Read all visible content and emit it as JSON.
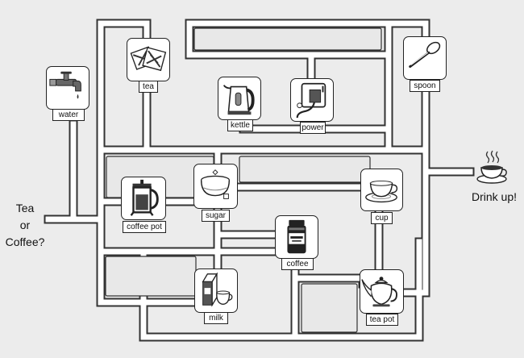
{
  "start_text": {
    "line1": "Tea",
    "line2": "or",
    "line3": "Coffee?"
  },
  "finish_text": "Drink up!",
  "colors": {
    "background": "#ececec",
    "path": "#ffffff",
    "wall": "#333333",
    "tile": "#ffffff"
  },
  "items": {
    "water": {
      "label": "water",
      "icon": "tap-icon"
    },
    "tea": {
      "label": "tea",
      "icon": "tea-bags-icon"
    },
    "kettle": {
      "label": "kettle",
      "icon": "kettle-icon"
    },
    "power": {
      "label": "power",
      "icon": "power-socket-icon"
    },
    "spoon": {
      "label": "spoon",
      "icon": "spoon-icon"
    },
    "coffee_pot": {
      "label": "coffee pot",
      "icon": "coffee-pot-icon"
    },
    "sugar": {
      "label": "sugar",
      "icon": "sugar-bowl-icon"
    },
    "cup": {
      "label": "cup",
      "icon": "cup-icon"
    },
    "coffee": {
      "label": "coffee",
      "icon": "coffee-jar-icon"
    },
    "milk": {
      "label": "milk",
      "icon": "milk-icon"
    },
    "tea_pot": {
      "label": "tea pot",
      "icon": "teapot-icon"
    }
  }
}
